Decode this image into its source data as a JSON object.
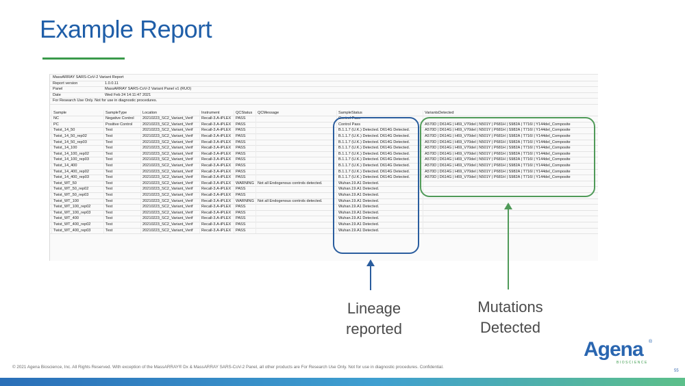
{
  "title": "Example Report",
  "meta_rows": [
    [
      "MassARRAY SARS-CoV-2 Variant Report",
      ""
    ],
    [
      "Report version",
      "1.0.0.11"
    ],
    [
      "Panel",
      "MassARRAY SARS-CoV-2 Variant Panel v1 (RUO)"
    ],
    [
      "Date",
      "Wed Feb 24 14:11:47 2021"
    ],
    [
      "For Research Use Only. Not for use in diagnostic procedures.",
      ""
    ]
  ],
  "table": {
    "headers": [
      "Sample",
      "SampleType",
      "Location",
      "Instrument",
      "QCStatus",
      "QCMessage",
      "SampleStatus",
      "VariantsDetected"
    ],
    "rows": [
      [
        "NC",
        "Negative Control",
        "20210223_SC2_Variant_Verif",
        "Recall-3.A-iPLEX",
        "PASS",
        "",
        "Control Pass",
        ""
      ],
      [
        "PC",
        "Positive Control",
        "20210223_SC2_Variant_Verif",
        "Recall-3.A-iPLEX",
        "PASS",
        "",
        "Control Pass",
        "A570D | D614G | H69_V70del | N501Y | P681H | S982A | T716I | Y144del_Composite"
      ],
      [
        "Twist_14_50",
        "Test",
        "20210223_SC2_Variant_Verif",
        "Recall-3.A-iPLEX",
        "PASS",
        "",
        "B.1.1.7 (U.K.) Detected. D614G Detected.",
        "A570D | D614G | H69_V70del | N501Y | P681H | S982A | T716I | Y144del_Composite"
      ],
      [
        "Twist_14_50_rep02",
        "Test",
        "20210223_SC2_Variant_Verif",
        "Recall-3.A-iPLEX",
        "PASS",
        "",
        "B.1.1.7 (U.K.) Detected. D614G Detected.",
        "A570D | D614G | H69_V70del | N501Y | P681H | S982A | T716I | Y144del_Composite"
      ],
      [
        "Twist_14_50_rep03",
        "Test",
        "20210223_SC2_Variant_Verif",
        "Recall-3.A-iPLEX",
        "PASS",
        "",
        "B.1.1.7 (U.K.) Detected. D614G Detected.",
        "A570D | D614G | H69_V70del | N501Y | P681H | S982A | T716I | Y144del_Composite"
      ],
      [
        "Twist_14_100",
        "Test",
        "20210223_SC2_Variant_Verif",
        "Recall-3.A-iPLEX",
        "PASS",
        "",
        "B.1.1.7 (U.K.) Detected. D614G Detected.",
        "A570D | D614G | H69_V70del | N501Y | P681H | S982A | T716I | Y144del_Composite"
      ],
      [
        "Twist_14_100_rep02",
        "Test",
        "20210223_SC2_Variant_Verif",
        "Recall-3.A-iPLEX",
        "PASS",
        "",
        "B.1.1.7 (U.K.) Detected. D614G Detected.",
        "A570D | D614G | H69_V70del | N501Y | P681H | S982A | T716I | Y144del_Composite"
      ],
      [
        "Twist_14_100_rep03",
        "Test",
        "20210223_SC2_Variant_Verif",
        "Recall-3.A-iPLEX",
        "PASS",
        "",
        "B.1.1.7 (U.K.) Detected. D614G Detected.",
        "A570D | D614G | H69_V70del | N501Y | P681H | S982A | T716I | Y144del_Composite"
      ],
      [
        "Twist_14_400",
        "Test",
        "20210223_SC2_Variant_Verif",
        "Recall-3.A-iPLEX",
        "PASS",
        "",
        "B.1.1.7 (U.K.) Detected. D614G Detected.",
        "A570D | D614G | H69_V70del | N501Y | P681H | S982A | T716I | Y144del_Composite"
      ],
      [
        "Twist_14_400_rep02",
        "Test",
        "20210223_SC2_Variant_Verif",
        "Recall-3.A-iPLEX",
        "PASS",
        "",
        "B.1.1.7 (U.K.) Detected. D614G Detected.",
        "A570D | D614G | H69_V70del | N501Y | P681H | S982A | T716I | Y144del_Composite"
      ],
      [
        "Twist_14_400_rep03",
        "Test",
        "20210223_SC2_Variant_Verif",
        "Recall-3.A-iPLEX",
        "PASS",
        "",
        "B.1.1.7 (U.K.) Detected. D614G Detected.",
        "A570D | D614G | H69_V70del | N501Y | P681H | S982A | T716I | Y144del_Composite"
      ],
      [
        "Twist_WT_50",
        "Test",
        "20210223_SC2_Variant_Verif",
        "Recall-3.A-iPLEX",
        "WARNING",
        "Not all Endogenous controls detected.",
        "Wuhan.19.A1 Detected.",
        ""
      ],
      [
        "Twist_WT_50_rep02",
        "Test",
        "20210223_SC2_Variant_Verif",
        "Recall-3.A-iPLEX",
        "PASS",
        "",
        "Wuhan.19.A1 Detected.",
        ""
      ],
      [
        "Twist_WT_50_rep03",
        "Test",
        "20210223_SC2_Variant_Verif",
        "Recall-3.A-iPLEX",
        "PASS",
        "",
        "Wuhan.19.A1 Detected.",
        ""
      ],
      [
        "Twist_WT_100",
        "Test",
        "20210223_SC2_Variant_Verif",
        "Recall-3.A-iPLEX",
        "WARNING",
        "Not all Endogenous controls detected.",
        "Wuhan.19.A1 Detected.",
        ""
      ],
      [
        "Twist_WT_100_rep02",
        "Test",
        "20210223_SC2_Variant_Verif",
        "Recall-3.A-iPLEX",
        "PASS",
        "",
        "Wuhan.19.A1 Detected.",
        ""
      ],
      [
        "Twist_WT_100_rep03",
        "Test",
        "20210223_SC2_Variant_Verif",
        "Recall-3.A-iPLEX",
        "PASS",
        "",
        "Wuhan.19.A1 Detected.",
        ""
      ],
      [
        "Twist_WT_400",
        "Test",
        "20210223_SC2_Variant_Verif",
        "Recall-3.A-iPLEX",
        "PASS",
        "",
        "Wuhan.19.A1 Detected.",
        ""
      ],
      [
        "Twist_WT_400_rep02",
        "Test",
        "20210223_SC2_Variant_Verif",
        "Recall-3.A-iPLEX",
        "PASS",
        "",
        "Wuhan.19.A1 Detected.",
        ""
      ],
      [
        "Twist_WT_400_rep03",
        "Test",
        "20210223_SC2_Variant_Verif",
        "Recall-3.A-iPLEX",
        "PASS",
        "",
        "Wuhan.19.A1 Detected.",
        ""
      ]
    ]
  },
  "callouts": {
    "lineage_line1": "Lineage",
    "lineage_line2": "reported",
    "mutations_line1": "Mutations",
    "mutations_line2": "Detected"
  },
  "footer": "© 2021 Agena Bioscience, Inc. All Rights Reserved. With exception of the MassARRAY® Dx & MassARRAY SARS-CoV-2 Panel, all other products are For Research Use Only. Not for use in diagnostic procedures. Confidential.",
  "page_number": "55",
  "logo": {
    "name": "Agena",
    "sub": "BIOSCIENCE",
    "reg": "®"
  },
  "colors": {
    "title": "#1f5ea8",
    "lineage_box": "#2a5d9e",
    "mutation_box": "#4f9a58",
    "accent_green": "#3a9a4a"
  }
}
